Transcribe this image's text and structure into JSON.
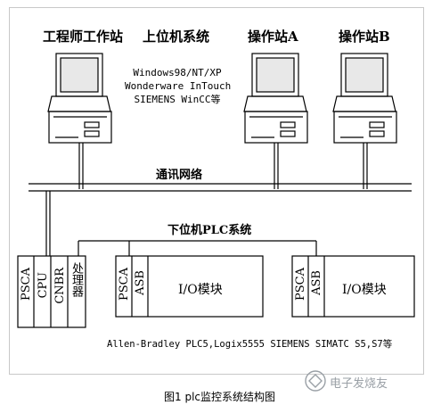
{
  "stations": {
    "engineer": "工程师工作站",
    "host": "上位机系统",
    "op_a": "操作站A",
    "op_b": "操作站B"
  },
  "host_software": {
    "line1": "Windows98/NT/XP",
    "line2": "Wonderware InTouch",
    "line3": "SIEMENS WinCC等"
  },
  "network_label": "通讯网络",
  "plc_system_label": "下位机PLC系统",
  "rack1": {
    "psca": "PSCA",
    "cpu": "CPU",
    "cnbr": "CNBR",
    "processor": "处理器"
  },
  "rack2": {
    "psca": "PSCA",
    "asb": "ASB",
    "io": "I/O模块"
  },
  "rack3": {
    "psca": "PSCA",
    "asb": "ASB",
    "io": "I/O模块"
  },
  "vendors": "Allen-Bradley PLC5,Logix5555  SIEMENS SIMATC S5,S7等",
  "caption": "图1 plc监控系统结构图",
  "watermark": "电子发烧友",
  "colors": {
    "line": "#000000",
    "frame": "#c8c8c8",
    "watermark": "#9aa0a6"
  }
}
